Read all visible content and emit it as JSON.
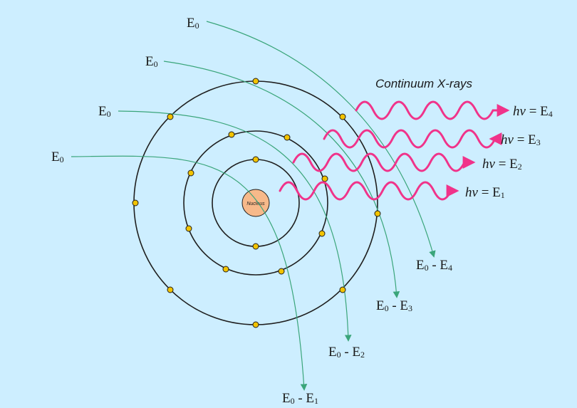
{
  "diagram": {
    "caption": "Continuum X-rays",
    "nucleus_label": "Nucleus",
    "colors": {
      "background": "#cdeeff",
      "orbit": "#1f1f1f",
      "electron": "#f2c300",
      "nucleus": "#f7b98a",
      "trajectory": "#3aa57a",
      "photon": "#f0338a"
    },
    "incoming": [
      {
        "base": "E",
        "sub": "0"
      },
      {
        "base": "E",
        "sub": "0"
      },
      {
        "base": "E",
        "sub": "0"
      },
      {
        "base": "E",
        "sub": "0"
      }
    ],
    "outgoing": [
      {
        "base": "E",
        "sub": "0",
        "minus": " - E",
        "sub2": "4"
      },
      {
        "base": "E",
        "sub": "0",
        "minus": " - E",
        "sub2": "3"
      },
      {
        "base": "E",
        "sub": "0",
        "minus": " - E",
        "sub2": "2"
      },
      {
        "base": "E",
        "sub": "0",
        "minus": " - E",
        "sub2": "1"
      }
    ],
    "photons": [
      {
        "hv": "hv",
        "eq": " = E",
        "sub": "4"
      },
      {
        "hv": "hv",
        "eq": " = E",
        "sub": "3"
      },
      {
        "hv": "hv",
        "eq": " = E",
        "sub": "2"
      },
      {
        "hv": "hv",
        "eq": " = E",
        "sub": "1"
      }
    ]
  }
}
